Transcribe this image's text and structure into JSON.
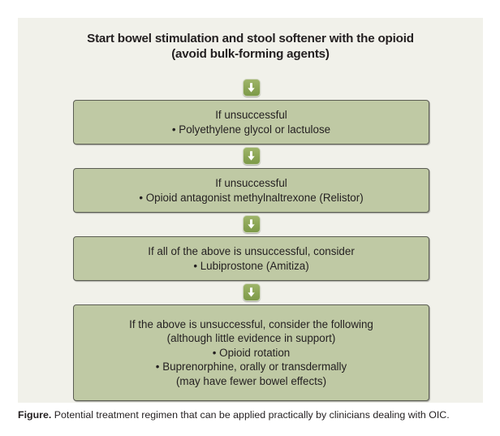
{
  "figure": {
    "title": {
      "line1": "Start bowel stimulation and stool softener with the opioid",
      "line2": "(avoid bulk-forming agents)"
    },
    "arrow_icon_name": "arrow-down-icon",
    "steps": [
      {
        "id": "step-1",
        "lines": [
          "If unsuccessful",
          "• Polyethylene glycol or lactulose"
        ]
      },
      {
        "id": "step-2",
        "lines": [
          "If unsuccessful",
          "• Opioid antagonist methylnaltrexone (Relistor)"
        ]
      },
      {
        "id": "step-3",
        "lines": [
          "If all of the above is unsuccessful, consider",
          "• Lubiprostone (Amitiza)"
        ]
      },
      {
        "id": "step-4",
        "lines": [
          "If the above is unsuccessful, consider the following",
          "(although little evidence in support)",
          "• Opioid rotation",
          "• Buprenorphine, orally or transdermally",
          "(may have fewer bowel effects)"
        ]
      }
    ],
    "caption": {
      "label": "Figure.",
      "text": " Potential treatment regimen that can be applied practically by clinicians dealing with OIC."
    },
    "colors": {
      "panel_background": "#f1f1ea",
      "box_fill": "#bfc9a4",
      "box_border": "#5b5d53",
      "arrow_green": "#8ba555",
      "text": "#231f20",
      "page_background": "#ffffff"
    }
  }
}
